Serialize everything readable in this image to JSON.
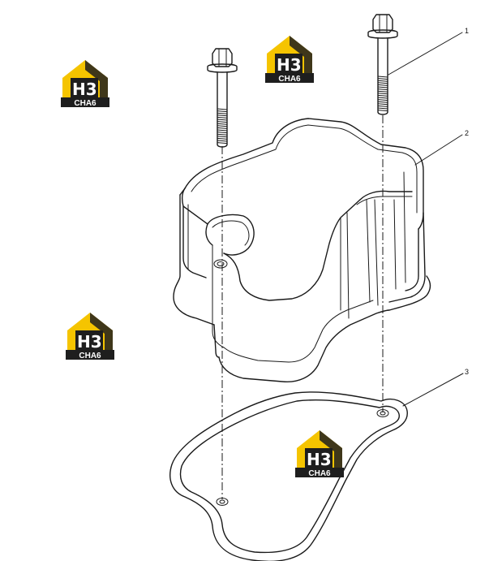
{
  "diagram": {
    "callouts": [
      {
        "id": "1",
        "label": "1"
      },
      {
        "id": "2",
        "label": "2"
      },
      {
        "id": "3",
        "label": "3"
      }
    ]
  },
  "watermark": {
    "logo_letters": "H3",
    "logo_caption": "CHA6",
    "accent_color": "#f5c400",
    "dark_color": "#1e1e1e"
  }
}
